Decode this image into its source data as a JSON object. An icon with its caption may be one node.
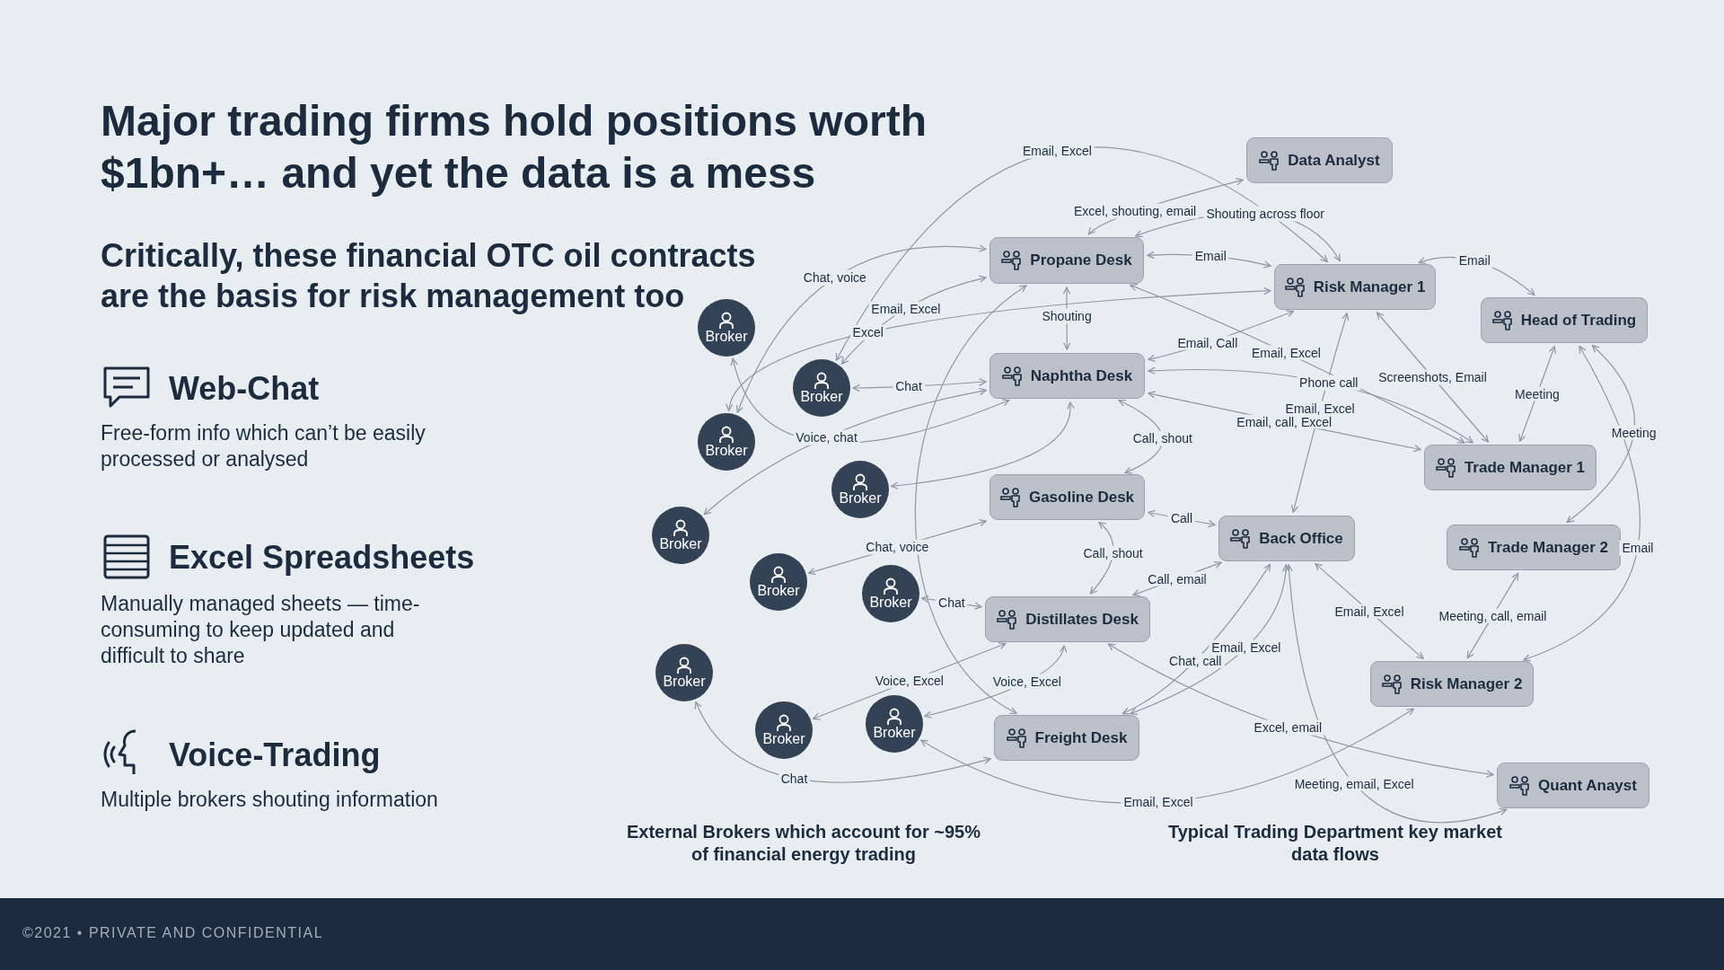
{
  "diagram": {
    "title": "Major trading firms hold positions worth $1bn+… and yet the data is a mess",
    "nodes": [
      {
        "text": [
          "Data Analyst"
        ]
      },
      {
        "text": [
          "Propane Desk"
        ]
      },
      {
        "text": [
          "Risk Manager 1"
        ]
      },
      {
        "text": [
          "Head of Trading"
        ]
      },
      {
        "text": [
          "Naphtha Desk"
        ]
      },
      {
        "text": [
          "Trade Manager 1"
        ]
      },
      {
        "text": [
          "Gasoline Desk"
        ]
      },
      {
        "text": [
          "Back Office"
        ]
      },
      {
        "text": [
          "Trade Manager 2"
        ]
      },
      {
        "text": [
          "Distillates Desk"
        ]
      },
      {
        "text": [
          "Risk Manager 2"
        ]
      },
      {
        "text": [
          "Freight Desk"
        ]
      },
      {
        "text": [
          "Quant Anayst"
        ]
      },
      {
        "text": [
          "Broker"
        ]
      },
      {
        "text": [
          "Broker"
        ]
      },
      {
        "text": [
          "Broker"
        ]
      },
      {
        "text": [
          "Broker"
        ]
      },
      {
        "text": [
          "Broker"
        ]
      },
      {
        "text": [
          "Broker"
        ]
      },
      {
        "text": [
          "Broker"
        ]
      },
      {
        "text": [
          "Broker"
        ]
      },
      {
        "text": [
          "Broker"
        ]
      },
      {
        "text": [
          "Broker"
        ]
      }
    ],
    "edges": [
      {
        "from": 1,
        "to": 0,
        "arrow": "both",
        "label": "Excel, shouting, email"
      },
      {
        "from": 14,
        "to": 2,
        "arrow": "both",
        "label": "Email, Excel"
      },
      {
        "from": 1,
        "to": 2,
        "arrow": "both",
        "label": "Email"
      },
      {
        "from": 1,
        "to": 2,
        "arrow": "both",
        "label": "Shouting across floor"
      },
      {
        "from": 2,
        "to": 3,
        "arrow": "both",
        "label": "Email"
      },
      {
        "from": 1,
        "to": 4,
        "arrow": "both",
        "label": "Shouting"
      },
      {
        "from": 15,
        "to": 1,
        "arrow": "both",
        "label": "Chat, voice"
      },
      {
        "from": 14,
        "to": 1,
        "arrow": "both",
        "label": "Email, Excel"
      },
      {
        "from": 15,
        "to": 2,
        "arrow": "both",
        "label": "Excel"
      },
      {
        "from": 14,
        "to": 4,
        "arrow": "both",
        "label": "Chat"
      },
      {
        "from": 13,
        "to": 4,
        "arrow": "both"
      },
      {
        "from": 17,
        "to": 4,
        "arrow": "both",
        "label": "Voice, chat"
      },
      {
        "from": 16,
        "to": 4,
        "arrow": "both"
      },
      {
        "from": 1,
        "to": 11,
        "arrow": "both"
      },
      {
        "from": 4,
        "to": 2,
        "arrow": "both",
        "label": "Email, Call"
      },
      {
        "from": 4,
        "to": 5,
        "arrow": "both",
        "label": "Phone call"
      },
      {
        "from": 4,
        "to": 5,
        "arrow": "both",
        "label": "Email, call, Excel"
      },
      {
        "from": 1,
        "to": 5,
        "arrow": "both",
        "label": "Email, Excel"
      },
      {
        "from": 7,
        "to": 2,
        "arrow": "both",
        "label": "Email, Excel"
      },
      {
        "from": 2,
        "to": 5,
        "arrow": "both",
        "label": "Screenshots, Email"
      },
      {
        "from": 3,
        "to": 5,
        "arrow": "both",
        "label": "Meeting"
      },
      {
        "from": 3,
        "to": 8,
        "arrow": "both",
        "label": "Meeting"
      },
      {
        "from": 3,
        "to": 10,
        "arrow": "both",
        "label": "Email"
      },
      {
        "from": 4,
        "to": 6,
        "arrow": "both",
        "label": "Call, shout"
      },
      {
        "from": 6,
        "to": 9,
        "arrow": "both",
        "label": "Call, shout"
      },
      {
        "from": 6,
        "to": 7,
        "arrow": "both",
        "label": "Call"
      },
      {
        "from": 18,
        "to": 6,
        "arrow": "both",
        "label": "Chat, voice"
      },
      {
        "from": 19,
        "to": 9,
        "arrow": "both",
        "label": "Chat"
      },
      {
        "from": 21,
        "to": 9,
        "arrow": "both",
        "label": "Voice, Excel"
      },
      {
        "from": 22,
        "to": 9,
        "arrow": "both",
        "label": "Voice, Excel"
      },
      {
        "from": 11,
        "to": 7,
        "arrow": "both",
        "label": "Chat, call"
      },
      {
        "from": 7,
        "to": 9,
        "arrow": "both",
        "label": "Call, email"
      },
      {
        "from": 11,
        "to": 7,
        "arrow": "both",
        "label": "Email, Excel"
      },
      {
        "from": 7,
        "to": 10,
        "arrow": "both",
        "label": "Email, Excel"
      },
      {
        "from": 10,
        "to": 8,
        "arrow": "both",
        "label": "Meeting, call, email"
      },
      {
        "from": 9,
        "to": 12,
        "arrow": "both",
        "label": "Excel, email"
      },
      {
        "from": 7,
        "to": 12,
        "arrow": "both",
        "label": "Meeting, email, Excel"
      },
      {
        "from": 22,
        "to": 10,
        "arrow": "both",
        "label": "Email, Excel"
      },
      {
        "from": 20,
        "to": 11,
        "arrow": "both",
        "label": "Chat"
      }
    ],
    "labels": [
      "Critically, these financial OTC oil contracts are the basis for risk management too",
      "Web-Chat",
      "Free-form info which can’t be easily processed or analysed",
      "Excel Spreadsheets",
      "Manually managed sheets — time-consuming to keep updated and difficult to share",
      "Voice-Trading",
      "Multiple brokers shouting information",
      "External Brokers which account for ~95% of financial energy trading",
      "Typical Trading Department key market data flows",
      "©2021 • PRIVATE AND CONFIDENTIAL"
    ]
  }
}
